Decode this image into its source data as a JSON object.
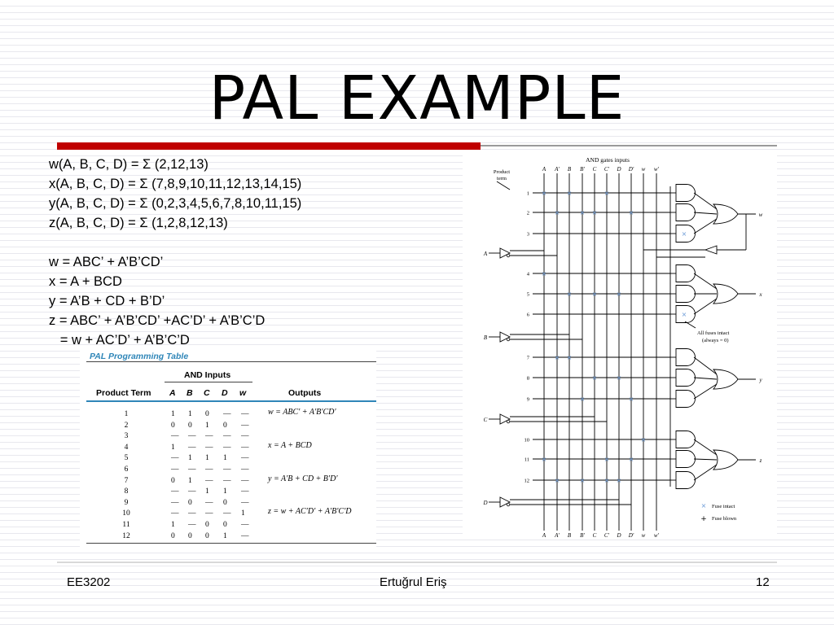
{
  "slide": {
    "title": "PAL EXAMPLE",
    "equations": [
      "w(A, B, C, D) = Σ (2,12,13)",
      "x(A, B, C, D) = Σ (7,8,9,10,11,12,13,14,15)",
      "y(A, B, C, D) = Σ (0,2,3,4,5,6,7,8,10,11,15)",
      "z(A, B, C, D) = Σ (1,2,8,12,13)"
    ],
    "simplified": [
      "w = ABC’ + A’B’CD’",
      "x = A + BCD",
      "y = A’B + CD + B’D’",
      "z = ABC’ + A’B’CD’ +AC’D’ + A’B’C’D",
      "   = w + AC’D’ + A’B’C’D"
    ],
    "footer": {
      "course": "EE3202",
      "author": "Ertuğrul Eriş",
      "page": "12"
    },
    "colors": {
      "accent_red": "#c00000",
      "table_blue": "#2f86b8",
      "fuse_intact": "#6a9ad6"
    }
  },
  "pal_table": {
    "title": "PAL Programming Table",
    "headers": {
      "product_term": "Product Term",
      "and_inputs": "AND Inputs",
      "outputs": "Outputs",
      "inputs": [
        "A",
        "B",
        "C",
        "D",
        "w"
      ]
    },
    "rows": [
      {
        "term": "1",
        "vals": [
          "1",
          "1",
          "0",
          "—",
          "—"
        ]
      },
      {
        "term": "2",
        "vals": [
          "0",
          "0",
          "1",
          "0",
          "—"
        ]
      },
      {
        "term": "3",
        "vals": [
          "—",
          "—",
          "—",
          "—",
          "—"
        ]
      },
      {
        "term": "4",
        "vals": [
          "1",
          "—",
          "—",
          "—",
          "—"
        ]
      },
      {
        "term": "5",
        "vals": [
          "—",
          "1",
          "1",
          "1",
          "—"
        ]
      },
      {
        "term": "6",
        "vals": [
          "—",
          "—",
          "—",
          "—",
          "—"
        ]
      },
      {
        "term": "7",
        "vals": [
          "0",
          "1",
          "—",
          "—",
          "—"
        ]
      },
      {
        "term": "8",
        "vals": [
          "—",
          "—",
          "1",
          "1",
          "—"
        ]
      },
      {
        "term": "9",
        "vals": [
          "—",
          "0",
          "—",
          "0",
          "—"
        ]
      },
      {
        "term": "10",
        "vals": [
          "—",
          "—",
          "—",
          "—",
          "1"
        ]
      },
      {
        "term": "11",
        "vals": [
          "1",
          "—",
          "0",
          "0",
          "—"
        ]
      },
      {
        "term": "12",
        "vals": [
          "0",
          "0",
          "0",
          "1",
          "—"
        ]
      }
    ],
    "outputs": [
      "w = ABC′ + A′B′CD′",
      "x = A + BCD",
      "y = A′B + CD + B′D′",
      "z = w + AC′D′ + A′B′C′D"
    ]
  },
  "diagram": {
    "heading": "AND gates inputs",
    "product_term_label": [
      "Product",
      "term"
    ],
    "columns": [
      "A",
      "A′",
      "B",
      "B′",
      "C",
      "C′",
      "D",
      "D′",
      "w",
      "w′"
    ],
    "terms": [
      "1",
      "2",
      "3",
      "4",
      "5",
      "6",
      "7",
      "8",
      "9",
      "10",
      "11",
      "12"
    ],
    "inputs": [
      "A",
      "B",
      "C",
      "D"
    ],
    "outputs": [
      "w",
      "x",
      "y",
      "z"
    ],
    "fuse_note": [
      "All fuses intact",
      "(always = 0)"
    ],
    "legend": {
      "intact": "Fuse intact",
      "blown": "Fuse blown"
    },
    "fuses": [
      {
        "term": 1,
        "cols": [
          0,
          2,
          5
        ]
      },
      {
        "term": 2,
        "cols": [
          1,
          3,
          4,
          7
        ]
      },
      {
        "term": 4,
        "cols": [
          0
        ]
      },
      {
        "term": 5,
        "cols": [
          2,
          4,
          6
        ]
      },
      {
        "term": 7,
        "cols": [
          1,
          2
        ]
      },
      {
        "term": 8,
        "cols": [
          4,
          6
        ]
      },
      {
        "term": 9,
        "cols": [
          3,
          7
        ]
      },
      {
        "term": 10,
        "cols": [
          8
        ]
      },
      {
        "term": 11,
        "cols": [
          0,
          5,
          7
        ]
      },
      {
        "term": 12,
        "cols": [
          1,
          3,
          5,
          6
        ]
      }
    ]
  }
}
